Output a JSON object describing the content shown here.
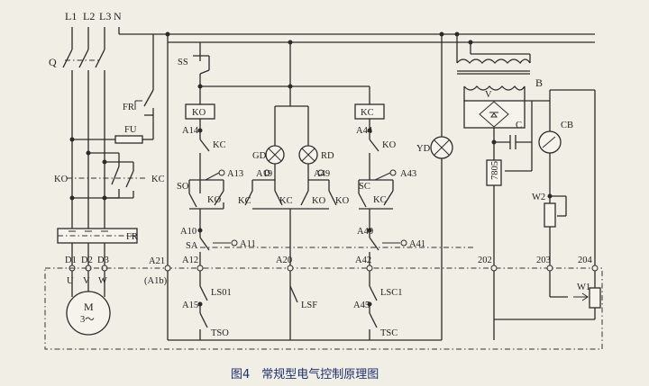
{
  "caption": "图4　常规型电气控制原理图",
  "phase_labels": [
    "L1",
    "L2",
    "L3",
    "N"
  ],
  "components": {
    "Q": "Q",
    "FR_contact": "FR",
    "FU": "FU",
    "KO": "KO",
    "KC": "KC",
    "FR": "FR",
    "SS": "SS",
    "SO": "SO",
    "SC": "SC",
    "SA": "SA",
    "GD": "GD",
    "RD": "RD",
    "YD": "YD",
    "B": "B",
    "V": "V",
    "C": "C",
    "CB": "CB",
    "W2": "W2",
    "W1": "W1",
    "reg": "7805",
    "LS01": "LS01",
    "LSF": "LSF",
    "LSC1": "LSC1",
    "TSO": "TSO",
    "TSC": "TSC",
    "motor": "M",
    "motor_sub": "3～"
  },
  "terminals": {
    "D1": "D1",
    "D2": "D2",
    "D3": "D3",
    "U": "U",
    "V": "V",
    "W": "W",
    "A21": "A21",
    "A1b": "(A1b)",
    "A14": "A14",
    "A44": "A44",
    "A13": "A13",
    "A19": "A19",
    "A49": "A49",
    "A43": "A43",
    "A10": "A10",
    "A11": "A11",
    "A40": "A40",
    "A41": "A41",
    "A12": "A12",
    "A20": "A20",
    "A42": "A42",
    "A15": "A15",
    "A45": "A45",
    "T202": "202",
    "T203": "203",
    "T204": "204"
  }
}
